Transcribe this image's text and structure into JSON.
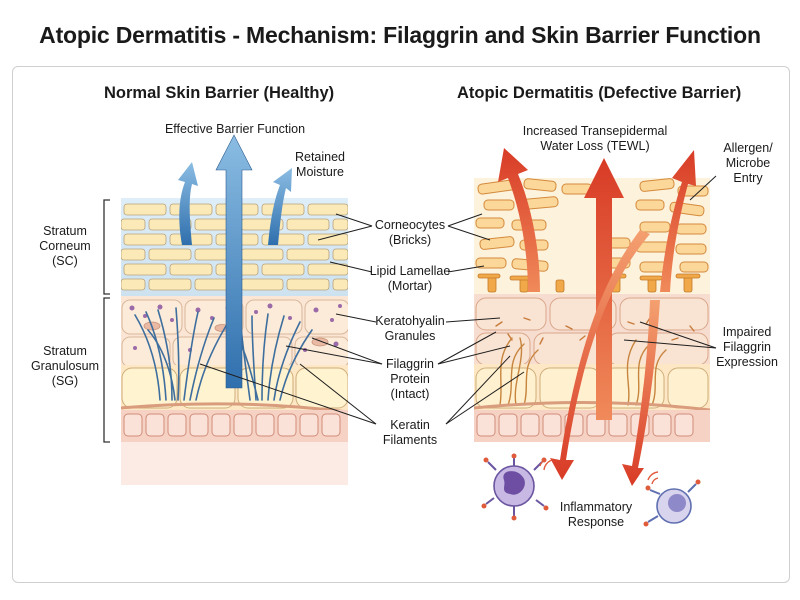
{
  "title": "Atopic Dermatitis - Mechanism: Filaggrin and Skin Barrier Function",
  "left_panel": {
    "heading": "Normal Skin Barrier (Healthy)",
    "barrier_label": "Effective Barrier Function",
    "moisture_label": "Retained\nMoisture",
    "sc_label": "Stratum\nCorneum\n(SC)",
    "sg_label": "Stratum\nGranulosum\n(SG)"
  },
  "center_labels": {
    "corneocytes": "Corneocytes\n(Bricks)",
    "lipid": "Lipid Lamellae\n(Mortar)",
    "keratohyalin": "Keratohyalin\nGranules",
    "filaggrin": "Filaggrin\nProtein\n(Intact)",
    "keratin": "Keratin\nFilaments"
  },
  "right_panel": {
    "heading": "Atopic Dermatitis (Defective Barrier)",
    "tewl_label": "Increased Transepidermal\nWater Loss (TEWL)",
    "allergen_label": "Allergen/\nMicrobe\nEntry",
    "impaired_label": "Impaired\nFilaggrin\nExpression",
    "inflammatory_label": "Inflammatory\nResponse"
  },
  "colors": {
    "blue_arrow": "#4a8fc9",
    "red_arrow": "#e05a3c",
    "brick": "#fbe9b3",
    "defect_brick": "#f4b35a",
    "keratin_blue": "#3d6e9e",
    "cell_pink": "#f3c7b8"
  }
}
